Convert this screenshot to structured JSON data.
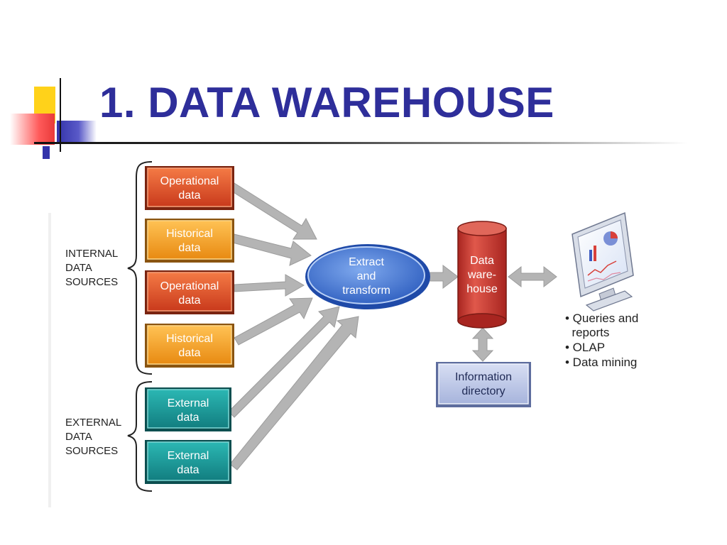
{
  "slide": {
    "title": "1. DATA WAREHOUSE"
  },
  "diagram": {
    "groups": {
      "internal": [
        "INTERNAL",
        "DATA",
        "SOURCES"
      ],
      "external": [
        "EXTERNAL",
        "DATA",
        "SOURCES"
      ]
    },
    "sources": [
      {
        "lines": [
          "Operational",
          "data"
        ],
        "kind": "operational"
      },
      {
        "lines": [
          "Historical",
          "data"
        ],
        "kind": "historical"
      },
      {
        "lines": [
          "Operational",
          "data"
        ],
        "kind": "operational"
      },
      {
        "lines": [
          "Historical",
          "data"
        ],
        "kind": "historical"
      },
      {
        "lines": [
          "External",
          "data"
        ],
        "kind": "external"
      },
      {
        "lines": [
          "External",
          "data"
        ],
        "kind": "external"
      }
    ],
    "process": [
      "Extract",
      "and",
      "transform"
    ],
    "warehouse": [
      "Data",
      "ware-",
      "house"
    ],
    "directory": [
      "Information",
      "directory"
    ],
    "outputs": [
      "• Queries and",
      "  reports",
      "• OLAP",
      "• Data mining"
    ],
    "colors": {
      "title": "#2e2e9a",
      "operational": "#e0502a",
      "historical": "#f5a623",
      "external": "#1a9a9a",
      "process": "#3a6fd0",
      "warehouse": "#c8372d",
      "directory": "#b8c4e6",
      "arrow": "#b4b4b4"
    }
  }
}
